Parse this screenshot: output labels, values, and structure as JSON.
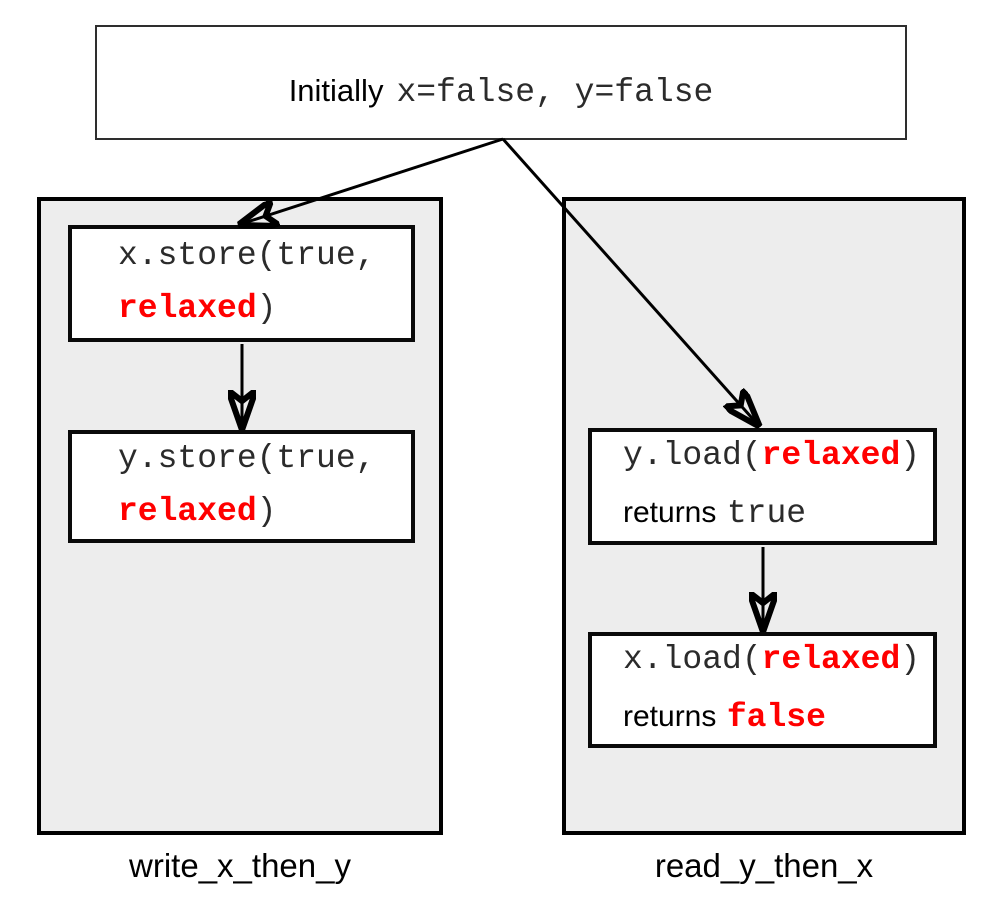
{
  "init_box": {
    "label": "Initially",
    "code": "x=false, y=false"
  },
  "threads": [
    {
      "label": "write_x_then_y",
      "box1": {
        "line1": "x.store(true,",
        "line2_red": "relaxed",
        "line2_rest": ")"
      },
      "box2": {
        "line1": "y.store(true,",
        "line2_red": "relaxed",
        "line2_rest": ")"
      }
    },
    {
      "label": "read_y_then_x",
      "box1": {
        "l1_pre": "y.load(",
        "l1_red": "relaxed",
        "l1_post": ")",
        "l2_word": "returns",
        "l2_value": "true"
      },
      "box2": {
        "l1_pre": "x.load(",
        "l1_red": "relaxed",
        "l1_post": ")",
        "l2_word": "returns",
        "l2_value_red": "false"
      }
    }
  ],
  "colors": {
    "accent_red": "#ff0000",
    "panel_gray": "#ededed",
    "line_black": "#000000"
  }
}
